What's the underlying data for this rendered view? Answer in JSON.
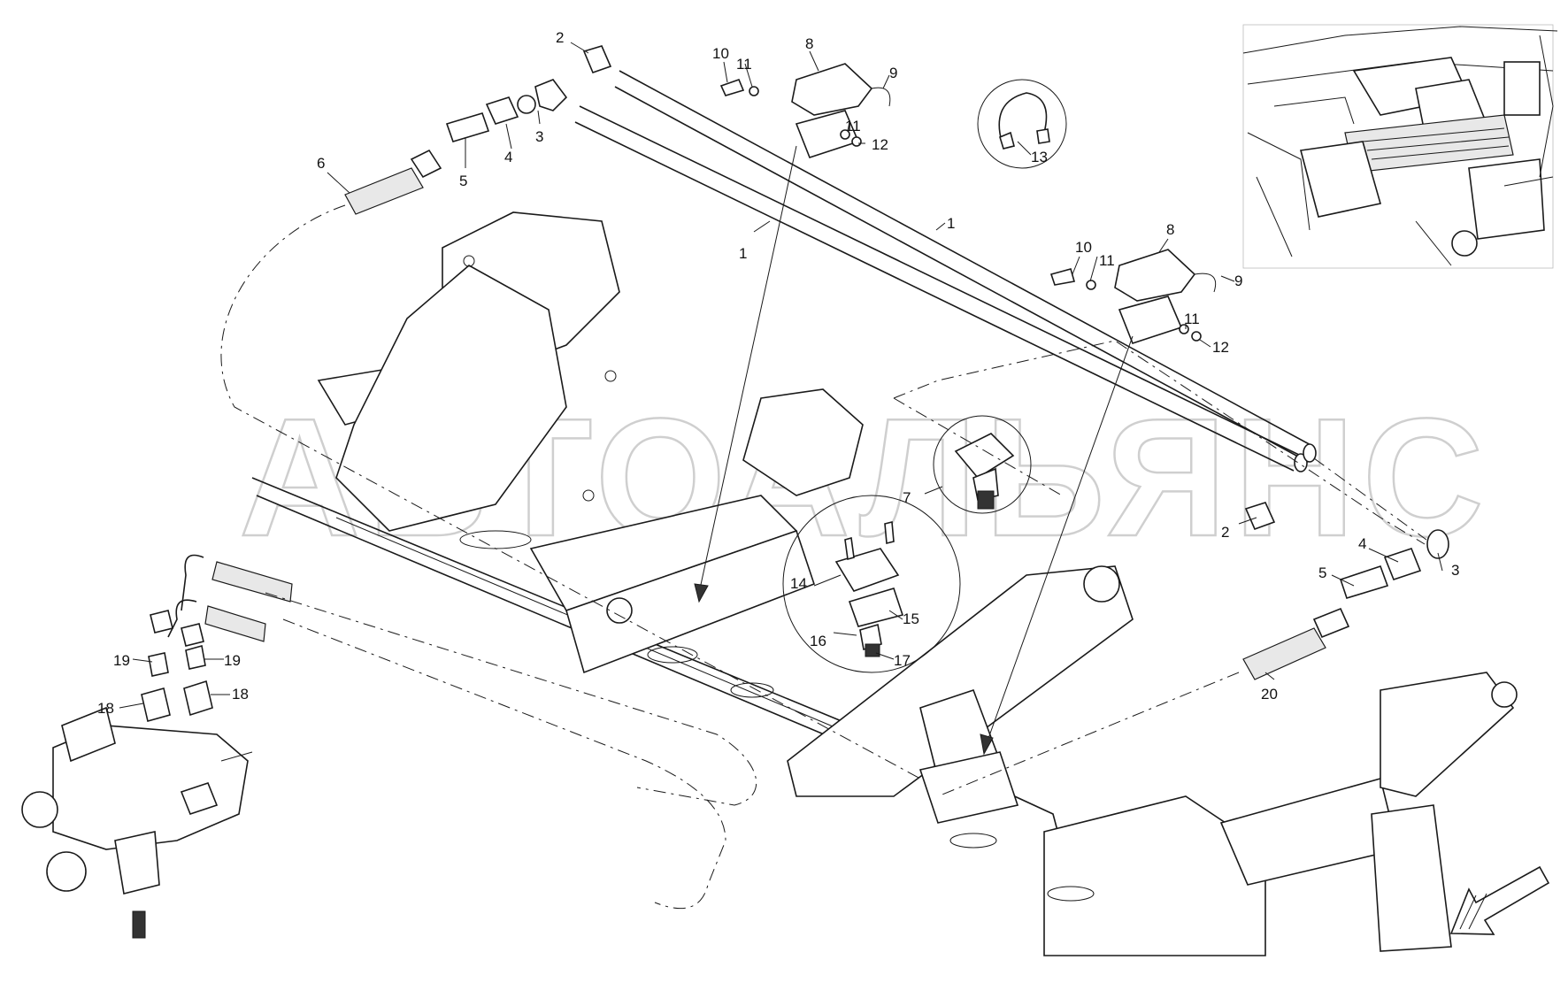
{
  "watermark": "АВТОАЛЬЯНС",
  "callouts": [
    {
      "id": "c-2a",
      "text": "2"
    },
    {
      "id": "c-10a",
      "text": "10"
    },
    {
      "id": "c-11a",
      "text": "11"
    },
    {
      "id": "c-8a",
      "text": "8"
    },
    {
      "id": "c-9a",
      "text": "9"
    },
    {
      "id": "c-11b",
      "text": "11"
    },
    {
      "id": "c-12a",
      "text": "12"
    },
    {
      "id": "c-13",
      "text": "13"
    },
    {
      "id": "c-3a",
      "text": "3"
    },
    {
      "id": "c-4a",
      "text": "4"
    },
    {
      "id": "c-5a",
      "text": "5"
    },
    {
      "id": "c-6",
      "text": "6"
    },
    {
      "id": "c-1a",
      "text": "1"
    },
    {
      "id": "c-1b",
      "text": "1"
    },
    {
      "id": "c-10b",
      "text": "10"
    },
    {
      "id": "c-11c",
      "text": "11"
    },
    {
      "id": "c-8b",
      "text": "8"
    },
    {
      "id": "c-9b",
      "text": "9"
    },
    {
      "id": "c-11d",
      "text": "11"
    },
    {
      "id": "c-12b",
      "text": "12"
    },
    {
      "id": "c-7",
      "text": "7"
    },
    {
      "id": "c-2b",
      "text": "2"
    },
    {
      "id": "c-4b",
      "text": "4"
    },
    {
      "id": "c-3b",
      "text": "3"
    },
    {
      "id": "c-5b",
      "text": "5"
    },
    {
      "id": "c-14",
      "text": "14"
    },
    {
      "id": "c-15",
      "text": "15"
    },
    {
      "id": "c-16",
      "text": "16"
    },
    {
      "id": "c-17",
      "text": "17"
    },
    {
      "id": "c-20",
      "text": "20"
    },
    {
      "id": "c-19a",
      "text": "19"
    },
    {
      "id": "c-19b",
      "text": "19"
    },
    {
      "id": "c-18a",
      "text": "18"
    },
    {
      "id": "c-18b",
      "text": "18"
    }
  ],
  "icons": {
    "direction_arrow": "direction-arrow-icon",
    "locator_view": "vehicle-locator-thumbnail"
  }
}
